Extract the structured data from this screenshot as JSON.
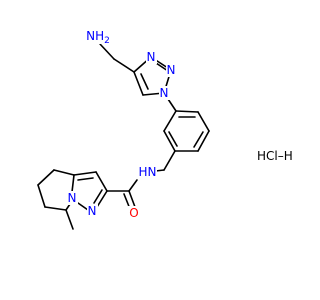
{
  "colors": {
    "nitrogen": "#0000ff",
    "oxygen": "#ff0000",
    "carbon": "#000000",
    "salt": "#000000"
  },
  "atoms": {
    "amine": "NH2",
    "triazole_n1": "N",
    "triazole_n2": "N",
    "triazole_n3": "N",
    "amide_n": "N",
    "amide_h": "H",
    "amide_o": "O",
    "pyrazole_n1": "N",
    "pyrazole_n2": "N",
    "salt": "HCl–H"
  }
}
